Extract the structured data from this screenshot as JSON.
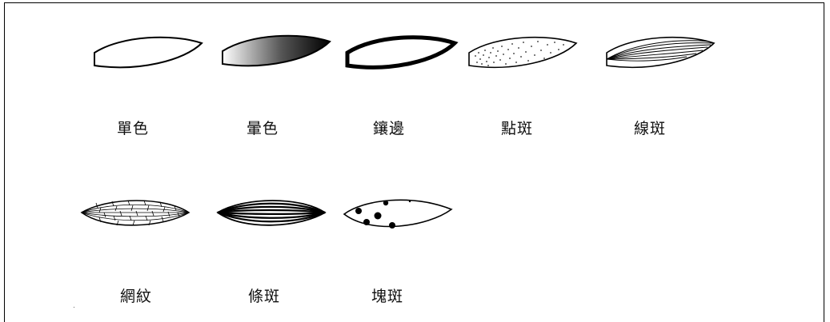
{
  "patterns": [
    {
      "id": "solid",
      "label": "單色"
    },
    {
      "id": "gradient",
      "label": "暈色"
    },
    {
      "id": "bordered",
      "label": "鑲邊"
    },
    {
      "id": "dotted",
      "label": "點斑"
    },
    {
      "id": "lined",
      "label": "線斑"
    },
    {
      "id": "netted",
      "label": "網紋"
    },
    {
      "id": "striped",
      "label": "條斑"
    },
    {
      "id": "blotched",
      "label": "塊斑"
    }
  ]
}
